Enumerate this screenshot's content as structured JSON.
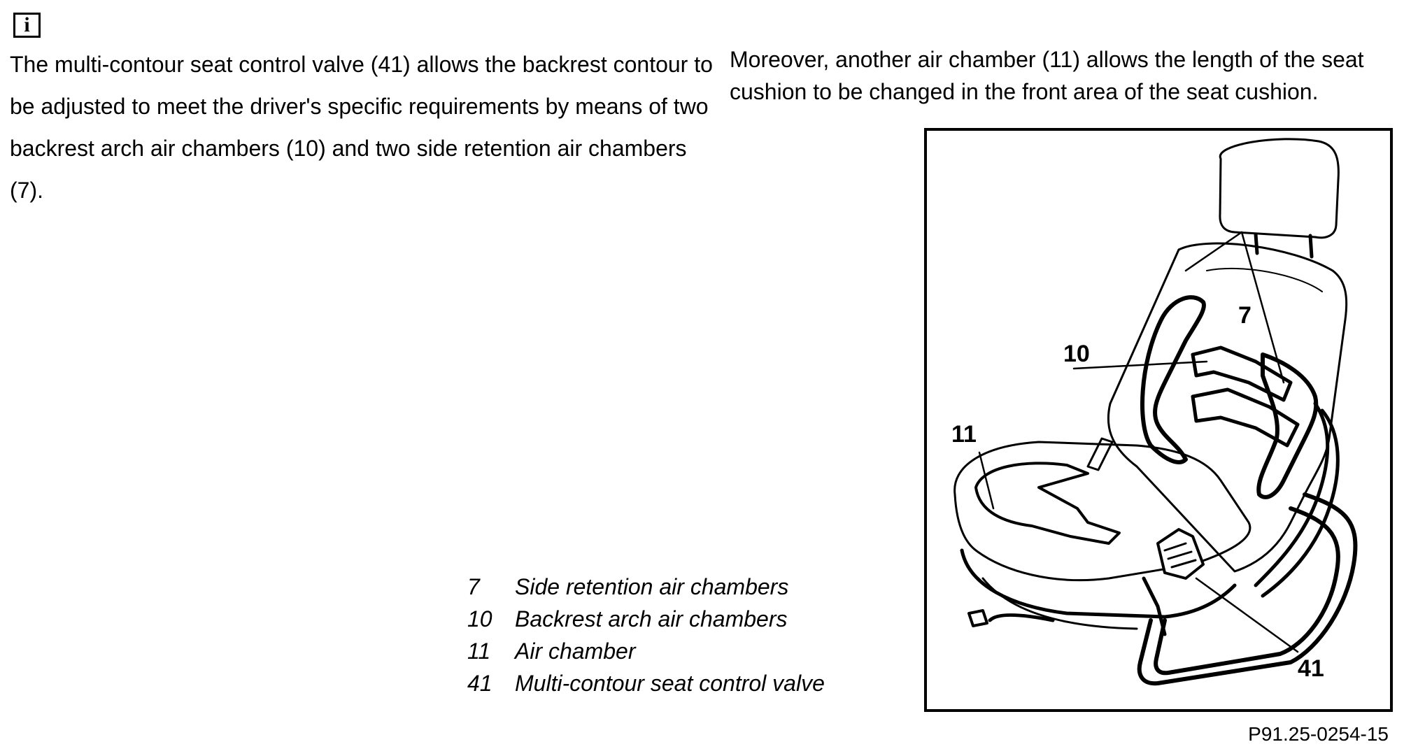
{
  "info_icon_glyph": "i",
  "text_left": "The multi-contour seat control valve (41) allows the backrest contour to be adjusted to meet the driver's specific requirements by means of two backrest arch air chambers (10) and two side retention air chambers (7).",
  "text_right": "Moreover, another air chamber (11) allows the length of the seat cushion to be changed in the front area of the seat cushion.",
  "legend": [
    {
      "num": "7",
      "label": "Side retention air chambers"
    },
    {
      "num": "10",
      "label": "Backrest arch air chambers"
    },
    {
      "num": "11",
      "label": "Air chamber"
    },
    {
      "num": "41",
      "label": "Multi-contour seat control valve"
    }
  ],
  "figure": {
    "callouts": {
      "c7": "7",
      "c10": "10",
      "c11": "11",
      "c41": "41"
    },
    "code": "P91.25-0254-15"
  }
}
